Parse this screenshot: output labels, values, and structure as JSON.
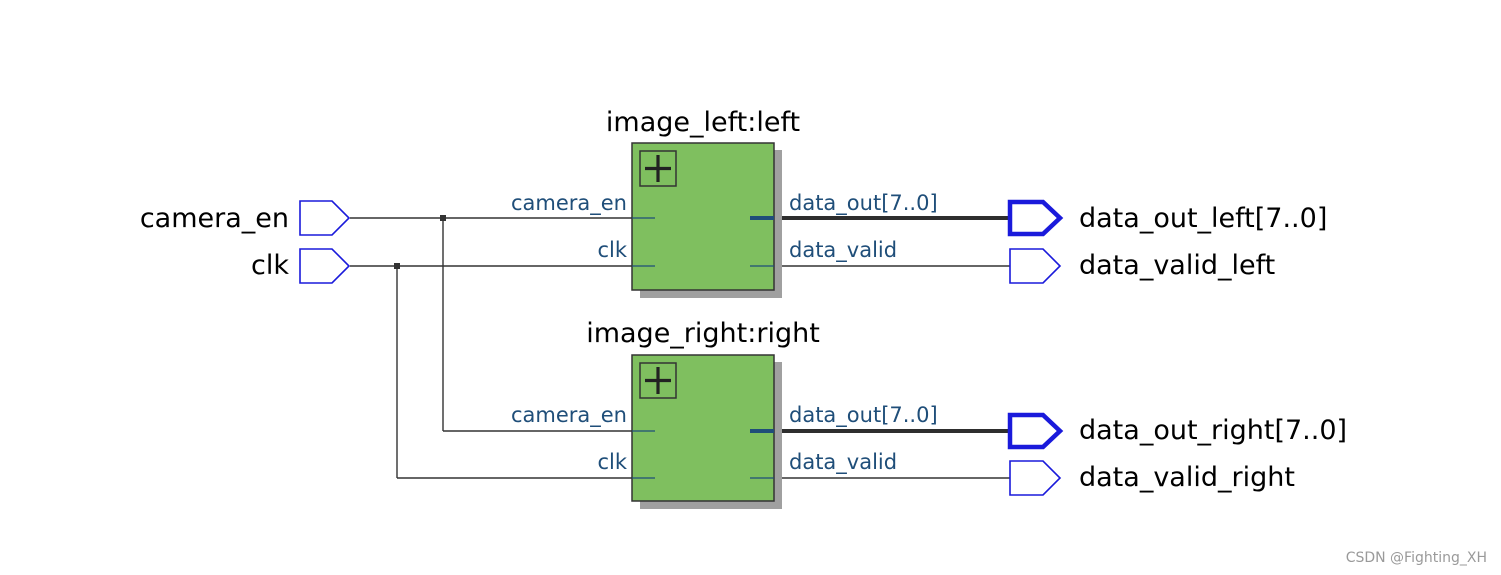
{
  "inputs": {
    "camera_en": "camera_en",
    "clk": "clk"
  },
  "instances": [
    {
      "title": "image_left:left",
      "pins_in": [
        "camera_en",
        "clk"
      ],
      "pins_out": [
        "data_out[7..0]",
        "data_valid"
      ]
    },
    {
      "title": "image_right:right",
      "pins_in": [
        "camera_en",
        "clk"
      ],
      "pins_out": [
        "data_out[7..0]",
        "data_valid"
      ]
    }
  ],
  "outputs": {
    "data_out_left": "data_out_left[7..0]",
    "data_valid_left": "data_valid_left",
    "data_out_right": "data_out_right[7..0]",
    "data_valid_right": "data_valid_right"
  },
  "watermark": "CSDN @Fighting_XH",
  "colors": {
    "block_fill": "#7fbf5f",
    "port_stroke": "#1a1adb",
    "pin_text": "#1f4e79"
  }
}
